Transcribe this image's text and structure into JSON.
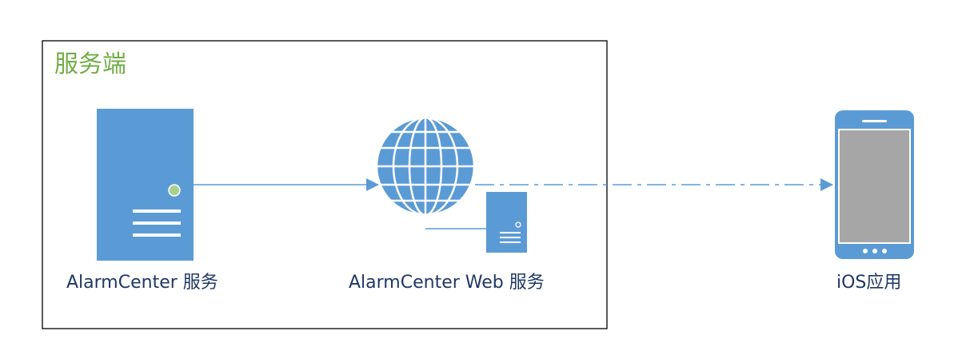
{
  "group": {
    "title": "服务端"
  },
  "nodes": {
    "alarm_center": {
      "label": "AlarmCenter 服务",
      "icon": "server-tower-icon"
    },
    "web_service": {
      "label": "AlarmCenter Web 服务",
      "icon": "globe-server-icon"
    },
    "ios_app": {
      "label": "iOS应用",
      "icon": "smartphone-icon"
    }
  },
  "edges": [
    {
      "from": "alarm_center",
      "to": "web_service",
      "style": "solid"
    },
    {
      "from": "web_service",
      "to": "ios_app",
      "style": "dash-dot"
    }
  ],
  "colors": {
    "icon_blue": "#5b9bd5",
    "globe_line": "#ffffff",
    "title_green": "#70ad47",
    "label_navy": "#1f3864",
    "status_dot": "#a9d18e",
    "phone_screen": "#a6a6a6",
    "border": "#000000"
  }
}
